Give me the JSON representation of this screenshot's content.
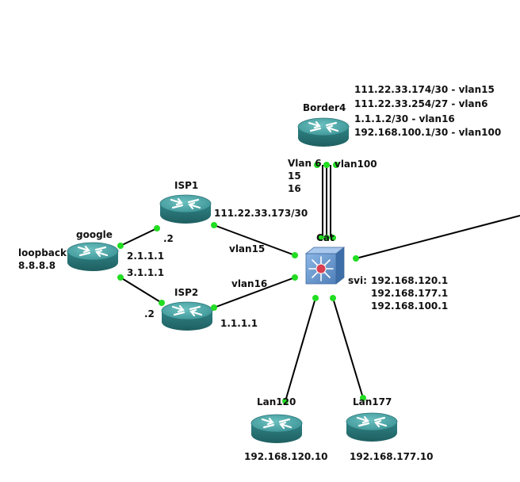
{
  "devices": {
    "border4": {
      "label": "Border4"
    },
    "isp1": {
      "label": "ISP1"
    },
    "isp2": {
      "label": "ISP2"
    },
    "google": {
      "label": "google"
    },
    "cat": {
      "label": "Cat"
    },
    "lan120": {
      "label": "Lan120"
    },
    "lan177": {
      "label": "Lan177"
    }
  },
  "annotations": {
    "border4_addresses": [
      "111.22.33.174/30 - vlan15",
      "111.22.33.254/27 - vlan6",
      "1.1.1.2/30 - vlan16",
      "192.168.100.1/30 - vlan100"
    ],
    "border4_vlans_left": [
      "Vlan 6",
      "15",
      "16"
    ],
    "border4_vlan_right": "vlan100",
    "isp1_ip": "111.22.33.173/30",
    "isp1_suffix": ".2",
    "isp2_suffix": ".2",
    "isp2_ip": "1.1.1.1",
    "google_loopback": [
      "loopback",
      "8.8.8.8"
    ],
    "google_to_isp1": "2.1.1.1",
    "google_to_isp2": "3.1.1.1",
    "vlan15_link": "vlan15",
    "vlan16_link": "vlan16",
    "svi_label": "svi:",
    "svi_addresses": [
      "192.168.120.1",
      "192.168.177.1",
      "192.168.100.1"
    ],
    "lan120_ip": "192.168.120.10",
    "lan177_ip": "192.168.177.10"
  },
  "colors": {
    "router_top": "#3f9a9a",
    "router_side": "#256f70",
    "port": "#22dd22",
    "link": "#000000",
    "switch": "#5b8fc9",
    "switch_center": "#d94050"
  }
}
